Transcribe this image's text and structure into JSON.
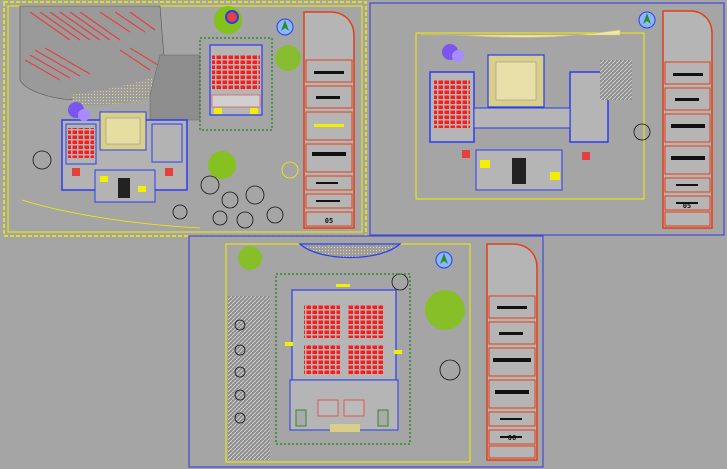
{
  "sheets": [
    {
      "id": "sheet-1",
      "number": "05",
      "selected": true
    },
    {
      "id": "sheet-2",
      "number": "05",
      "selected": false
    },
    {
      "id": "sheet-3",
      "number": "06",
      "selected": false
    }
  ],
  "colors": {
    "background": "#a5a5a5",
    "frame_blue": "#3f4bd6",
    "border_yellow": "#f2f000",
    "title_red": "#e04018",
    "seat_red": "#ff1a1a",
    "tree_green": "#7dc800",
    "wall_blue": "#2b3cf0",
    "plaza": "#c9c06a",
    "parking": "#e53f3f"
  }
}
